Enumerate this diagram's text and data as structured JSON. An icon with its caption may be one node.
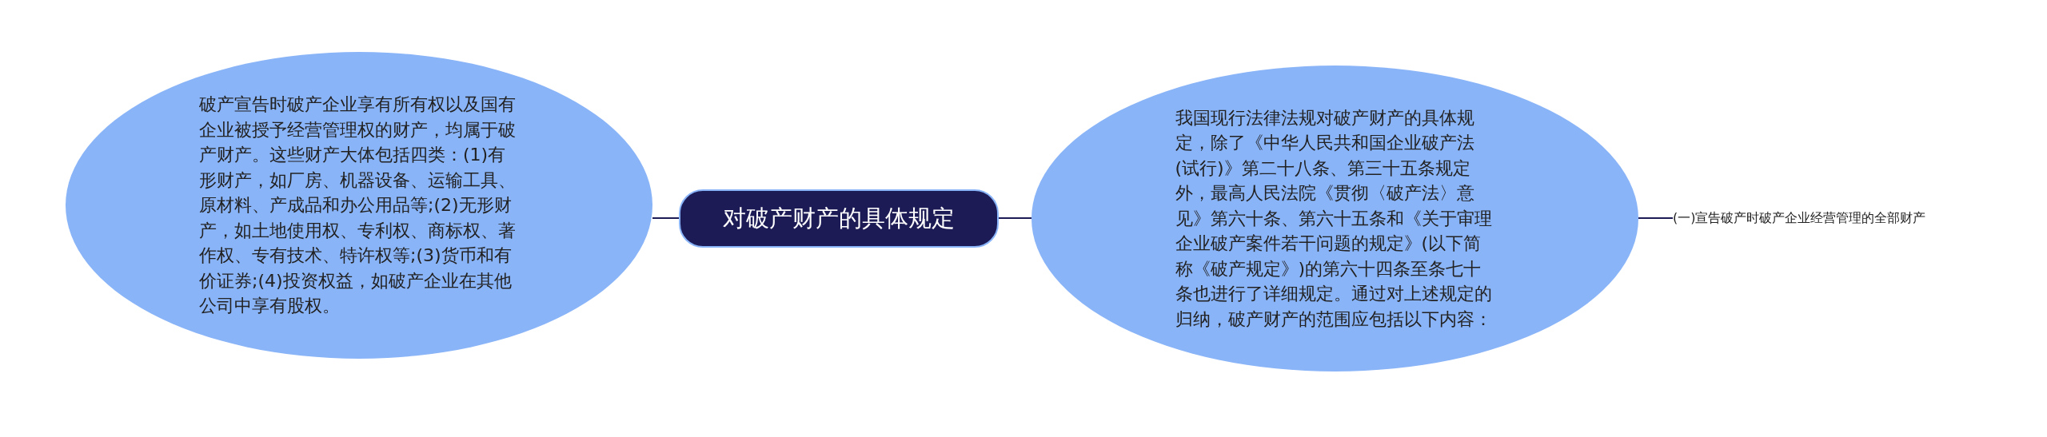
{
  "diagram": {
    "nodes": [
      {
        "text": [
          "对破产财产的具体规定"
        ]
      },
      {
        "text": [
          "破产宣告时破产企业享有所有权以及国有企业被授予经营管理权的财产，均属于破产财产。这些财产大体包括四类：(1)有形财产，如厂房、机器设备、运输工具、原材料、产成品和办公用品等;(2)无形财产，如土地使用权、专利权、商标权、著作权、专有技术、特许权等;(3)货币和有价证券;(4)投资权益，如破产企业在其他公司中享有股权。"
        ]
      },
      {
        "text": [
          "我国现行法律法规对破产财产的具体规定，除了《中华人民共和国企业破产法(试行)》第二十八条、第三十五条规定外，最高人民法院《贯彻〈破产法〉意见》第六十条、第六十五条和《关于审理企业破产案件若干问题的规定》(以下简称《破产规定》)的第六十四条至条七十条也进行了详细规定。通过对上述规定的归纳，破产财产的范围应包括以下内容："
        ]
      },
      {
        "text": [
          "(一)宣告破产时破产企业经营管理的全部财产"
        ]
      }
    ],
    "edges": [
      {
        "from": 0,
        "to": 1,
        "arrow": "none"
      },
      {
        "from": 0,
        "to": 2,
        "arrow": "none"
      },
      {
        "from": 2,
        "to": 3,
        "arrow": "none"
      }
    ]
  }
}
